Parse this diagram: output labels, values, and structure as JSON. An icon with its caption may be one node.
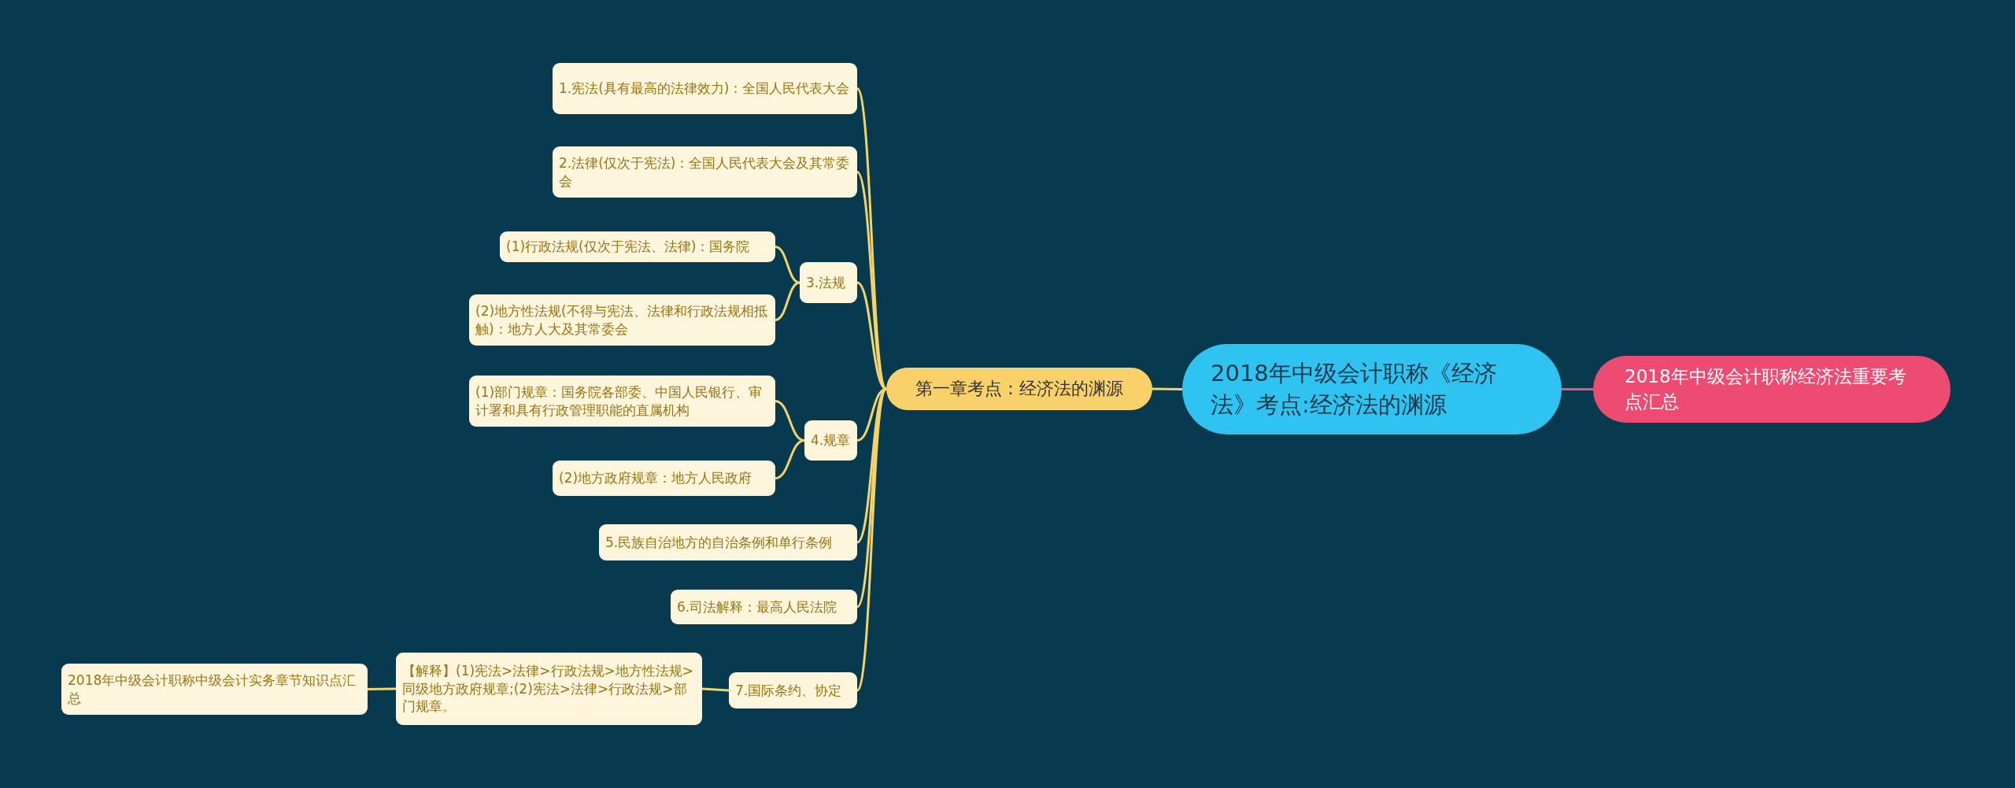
{
  "diagram": {
    "nodes": [
      {
        "text": [
          "2018年中级会计职称《经济法》考点:经济法的渊源"
        ]
      },
      {
        "text": [
          "2018年中级会计职称经济法重要考点汇总"
        ]
      },
      {
        "text": [
          "第一章考点：经济法的渊源"
        ]
      },
      {
        "text": [
          "1.宪法(具有最高的法律效力)：全国人民代表大会"
        ]
      },
      {
        "text": [
          "2.法律(仅次于宪法)：全国人民代表大会及其常委会"
        ]
      },
      {
        "text": [
          "3.法规"
        ]
      },
      {
        "text": [
          "(1)行政法规(仅次于宪法、法律)：国务院"
        ]
      },
      {
        "text": [
          "(2)地方性法规(不得与宪法、法律和行政法规相抵触)：地方人大及其常委会"
        ]
      },
      {
        "text": [
          "4.规章"
        ]
      },
      {
        "text": [
          "(1)部门规章：国务院各部委、中国人民银行、审计署和具有行政管理职能的直属机构"
        ]
      },
      {
        "text": [
          "(2)地方政府规章：地方人民政府"
        ]
      },
      {
        "text": [
          "5.民族自治地方的自治条例和单行条例"
        ]
      },
      {
        "text": [
          "6.司法解释：最高人民法院"
        ]
      },
      {
        "text": [
          "7.国际条约、协定"
        ]
      },
      {
        "text": [
          "【解释】(1)宪法>法律>行政法规>地方性法规>同级地方政府规章;(2)宪法>法律>行政法规>部门规章。"
        ]
      },
      {
        "text": [
          "2018年中级会计职称中级会计实务章节知识点汇总"
        ]
      }
    ],
    "edges": [
      {
        "from": 0,
        "to": 1,
        "arrow": "none",
        "color": "#e8557a"
      },
      {
        "from": 0,
        "to": 2,
        "arrow": "none"
      },
      {
        "from": 2,
        "to": 3,
        "arrow": "none"
      },
      {
        "from": 2,
        "to": 4,
        "arrow": "none"
      },
      {
        "from": 2,
        "to": 5,
        "arrow": "none"
      },
      {
        "from": 5,
        "to": 6,
        "arrow": "none"
      },
      {
        "from": 5,
        "to": 7,
        "arrow": "none"
      },
      {
        "from": 2,
        "to": 8,
        "arrow": "none"
      },
      {
        "from": 8,
        "to": 9,
        "arrow": "none"
      },
      {
        "from": 8,
        "to": 10,
        "arrow": "none"
      },
      {
        "from": 2,
        "to": 11,
        "arrow": "none"
      },
      {
        "from": 2,
        "to": 12,
        "arrow": "none"
      },
      {
        "from": 2,
        "to": 13,
        "arrow": "none"
      },
      {
        "from": 13,
        "to": 14,
        "arrow": "none"
      },
      {
        "from": 14,
        "to": 15,
        "arrow": "none"
      }
    ]
  }
}
